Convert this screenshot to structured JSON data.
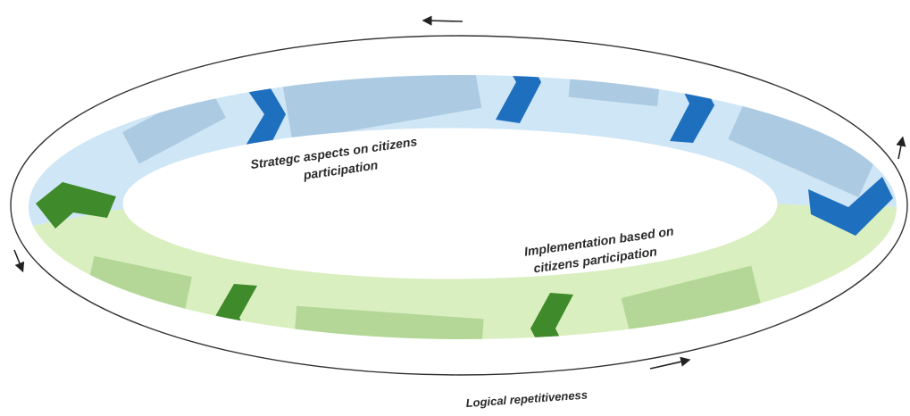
{
  "diagram": {
    "captions": {
      "strategic": [
        "Strategc aspects on citizens",
        "participation"
      ],
      "implementation": [
        "Implementation based on",
        "citizens participation"
      ],
      "cycle": "Logical repetitiveness"
    },
    "blocks": [
      {
        "label": ""
      },
      {
        "label": ""
      },
      {
        "label": ""
      },
      {
        "label": ""
      },
      {
        "label": ""
      },
      {
        "label": ""
      },
      {
        "label": ""
      }
    ],
    "colors": {
      "top_band": "#cfe6f6",
      "bottom_band": "#d9efbf",
      "blue_chevron": "#1f6fbf",
      "green_chevron": "#3f8a2a",
      "outline": "#333333"
    }
  }
}
